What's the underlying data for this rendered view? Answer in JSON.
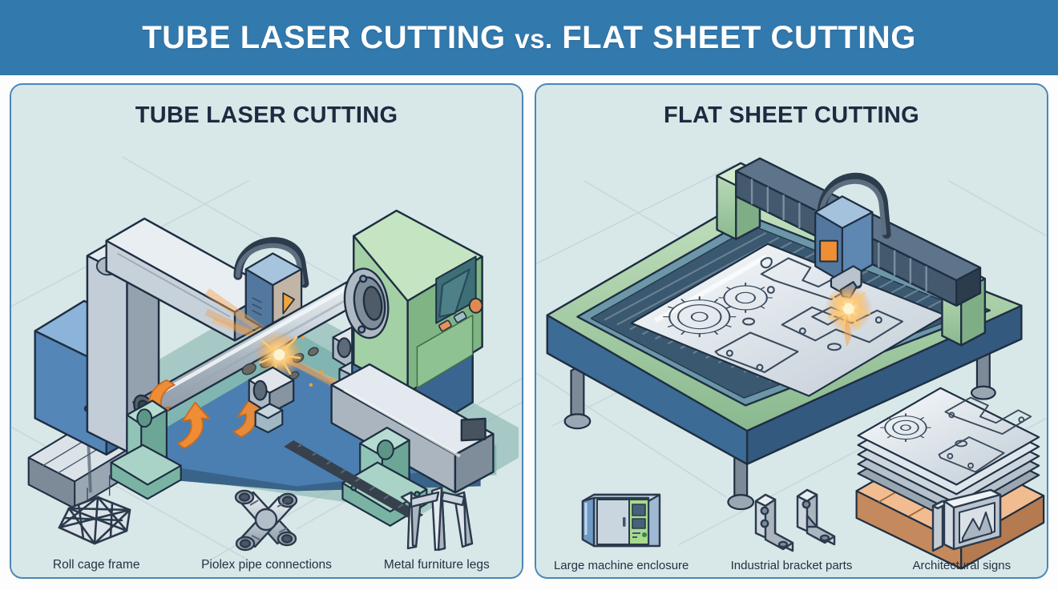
{
  "header": {
    "title_part1": "TUBE LASER CUTTING",
    "title_vs": "vs.",
    "title_part2": "FLAT SHEET CUTTING",
    "background_color": "#3279ad",
    "text_color": "#ffffff"
  },
  "colors": {
    "panel_background": "#d8e7e8",
    "panel_border": "#4a86b8",
    "page_background": "#fdfdfd",
    "title_text": "#1d2b40",
    "caption_text": "#243243",
    "accent_orange": "#ef8a34",
    "machine_blue": "#4f82b5",
    "machine_green": "#9ccf9e",
    "metal_gray": "#b9c3cb",
    "outline": "#1f2f42",
    "wood_pallet": "#e8a878"
  },
  "panels": [
    {
      "id": "tube-laser-cutting",
      "title": "TUBE LASER CUTTING",
      "scene": {
        "machine_parts": [
          "blue-gantry-arm",
          "laser-head-with-warning-triangle",
          "round-steel-tube",
          "green-chuck-machine",
          "control-screen",
          "roller-supports",
          "rotation-arrows",
          "square-tube-stock-bundle",
          "square-tube-on-pedestal",
          "spark-burst",
          "cut-holes"
        ]
      },
      "examples": [
        {
          "icon": "roll-cage-frame-icon",
          "label": "Roll cage frame"
        },
        {
          "icon": "pipe-cross-joint-icon",
          "label": "Piolex pipe connections"
        },
        {
          "icon": "furniture-legs-icon",
          "label": "Metal furniture legs"
        }
      ]
    },
    {
      "id": "flat-sheet-cutting",
      "title": "FLAT SHEET CUTTING",
      "scene": {
        "machine_parts": [
          "gantry-bridge",
          "laser-head-with-orange-panel",
          "slatted-cutting-bed",
          "steel-sheet-with-nested-parts",
          "gear-profiles",
          "bracket-profiles",
          "spark-burst",
          "stacked-sheets-on-pallet",
          "machine-feet"
        ]
      },
      "examples": [
        {
          "icon": "machine-enclosure-icon",
          "label": "Large machine enclosure"
        },
        {
          "icon": "l-bracket-icon",
          "label": "Industrial bracket parts"
        },
        {
          "icon": "framed-sign-icon",
          "label": "Architectural signs"
        }
      ]
    }
  ]
}
